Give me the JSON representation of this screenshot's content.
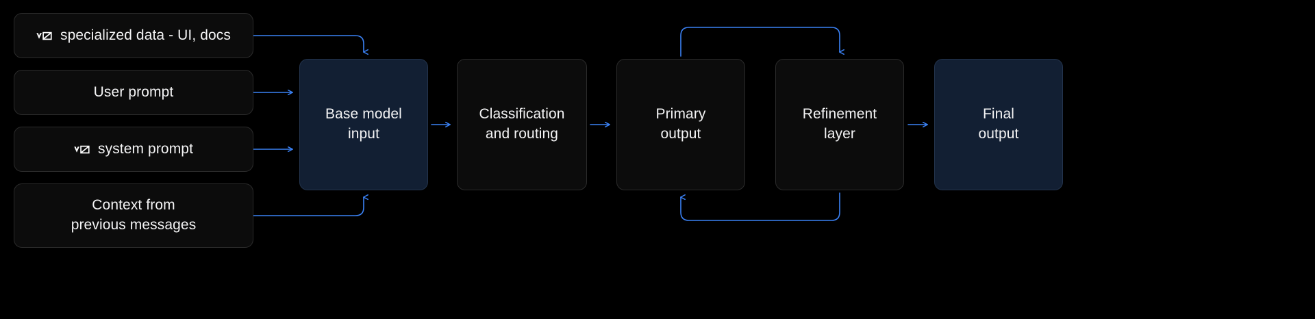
{
  "theme": {
    "background": "#000000",
    "node_fill": "#0c0c0c",
    "node_border": "#2b2b2b",
    "accent_node_fill": "#121f33",
    "accent_node_border": "#23344d",
    "connector": "#3b82f6",
    "text": "#f4f4f5"
  },
  "diagram": {
    "type": "flow",
    "inputs": [
      {
        "id": "specialized-data",
        "icon": "v0-logo-icon",
        "label": "specialized data - UI, docs"
      },
      {
        "id": "user-prompt",
        "icon": null,
        "label": "User prompt"
      },
      {
        "id": "system-prompt",
        "icon": "v0-logo-icon",
        "label": "system prompt"
      },
      {
        "id": "context",
        "icon": null,
        "line1": "Context from",
        "line2": "previous messages"
      }
    ],
    "stages": [
      {
        "id": "base-model-input",
        "line1": "Base model",
        "line2": "input",
        "accent": true
      },
      {
        "id": "classification-and-routing",
        "line1": "Classification",
        "line2": "and routing",
        "accent": false
      },
      {
        "id": "primary-output",
        "line1": "Primary",
        "line2": "output",
        "accent": false
      },
      {
        "id": "refinement-layer",
        "line1": "Refinement",
        "line2": "layer",
        "accent": false
      },
      {
        "id": "final-output",
        "line1": "Final",
        "line2": "output",
        "accent": true
      }
    ],
    "connectors": [
      {
        "id": "specialized-to-base",
        "from": "specialized-data",
        "to": "base-model-input",
        "style": "elbow-down"
      },
      {
        "id": "userprompt-to-base",
        "from": "user-prompt",
        "to": "base-model-input",
        "style": "straight"
      },
      {
        "id": "systemprompt-to-base",
        "from": "system-prompt",
        "to": "base-model-input",
        "style": "straight"
      },
      {
        "id": "context-to-base",
        "from": "context",
        "to": "base-model-input",
        "style": "elbow-up"
      },
      {
        "id": "base-to-classify",
        "from": "base-model-input",
        "to": "classification-and-routing",
        "style": "straight"
      },
      {
        "id": "classify-to-primary",
        "from": "classification-and-routing",
        "to": "primary-output",
        "style": "straight"
      },
      {
        "id": "primary-to-refinement-top",
        "from": "primary-output",
        "to": "refinement-layer",
        "style": "loop-over-top"
      },
      {
        "id": "refinement-to-primary-bottom",
        "from": "refinement-layer",
        "to": "primary-output",
        "style": "loop-under-bottom"
      },
      {
        "id": "refinement-to-final",
        "from": "refinement-layer",
        "to": "final-output",
        "style": "straight"
      }
    ]
  }
}
